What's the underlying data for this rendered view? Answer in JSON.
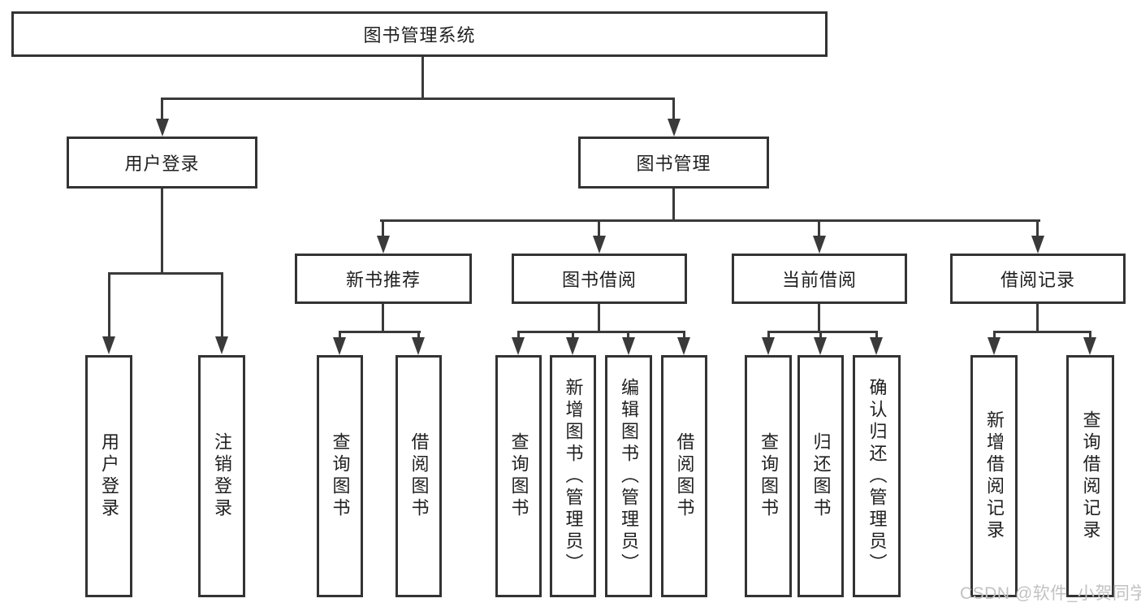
{
  "diagram": {
    "root": {
      "label": "图书管理系统"
    },
    "children": [
      {
        "label": "用户登录",
        "children": [
          {
            "label": "用户登录"
          },
          {
            "label": "注销登录"
          }
        ]
      },
      {
        "label": "图书管理",
        "children": [
          {
            "label": "新书推荐",
            "children": [
              {
                "label": "查询图书"
              },
              {
                "label": "借阅图书"
              }
            ]
          },
          {
            "label": "图书借阅",
            "children": [
              {
                "label": "查询图书"
              },
              {
                "label": "新增图书（管理员）"
              },
              {
                "label": "编辑图书（管理员）"
              },
              {
                "label": "借阅图书"
              }
            ]
          },
          {
            "label": "当前借阅",
            "children": [
              {
                "label": "查询图书"
              },
              {
                "label": "归还图书"
              },
              {
                "label": "确认归还（管理员）"
              }
            ]
          },
          {
            "label": "借阅记录",
            "children": [
              {
                "label": "新增借阅记录"
              },
              {
                "label": "查询借阅记录"
              }
            ]
          }
        ]
      }
    ]
  },
  "watermark": {
    "text": "CSDN @软件_小贺同学"
  },
  "colors": {
    "line": "#3a3a3a",
    "border": "#333333",
    "text": "#1f1f1f",
    "watermark": "#c2c2c2",
    "background": "#ffffff"
  }
}
